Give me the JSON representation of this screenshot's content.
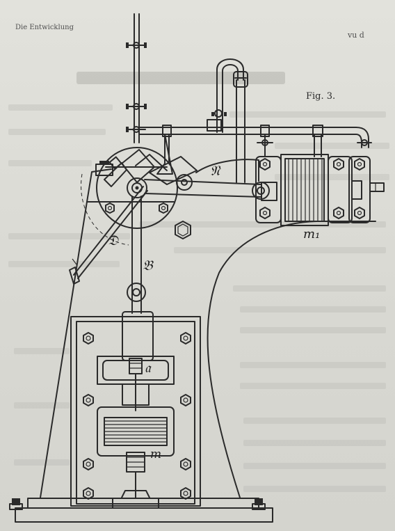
{
  "header": {
    "left_text": "Die Entwicklung",
    "right_text": "vu d"
  },
  "figure": {
    "caption": "Fig. 3.",
    "labels": {
      "n": "𝔑",
      "d": "𝔇",
      "b": "𝔅",
      "a": "𝔞",
      "m": "m",
      "m1": "m₁"
    }
  }
}
